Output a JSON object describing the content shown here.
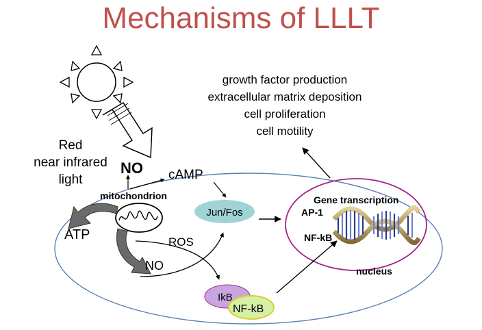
{
  "title": "Mechanisms of LLLT",
  "outcomes": [
    "growth factor production",
    "extracellular matrix deposition",
    "cell proliferation",
    "cell motility"
  ],
  "light_label": [
    "Red",
    "near infrared",
    "light"
  ],
  "labels": {
    "no_top": "NO",
    "camp": "cAMP",
    "mitochondrion": "mitochondrion",
    "atp": "ATP",
    "ros": "ROS",
    "no_bottom": "NO",
    "jun_fos": "Jun/Fos",
    "gene_transcription": "Gene transcription",
    "ap1": "AP-1",
    "nfkb_dna": "NF-kB",
    "nucleus": "nucleus",
    "ikb": "IkB",
    "nfkb_complex": "NF-kB"
  },
  "colors": {
    "title": "#c0504d",
    "cell_outline": "#5b7fb5",
    "nucleus_outline": "#a0208a",
    "jun_fos_fill": "#9fd3d6",
    "ikb_fill": "#c9a6e0",
    "nfkb_fill": "#d6f0a8",
    "nfkb_outline": "#d9d12b"
  }
}
